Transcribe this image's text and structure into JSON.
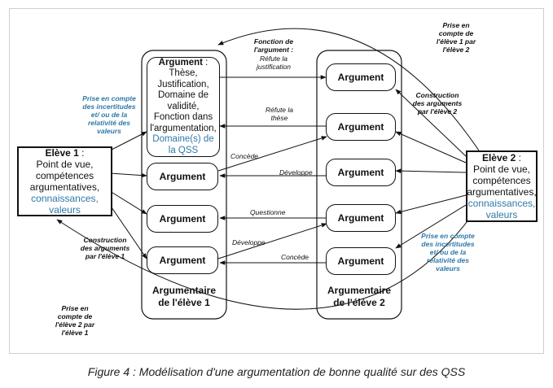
{
  "student1": {
    "title": "Elève 1",
    "suffix": " :",
    "line1": "Point de vue,",
    "line2": "compétences",
    "line3": "argumentatives,",
    "line4_blue": "connaissances,",
    "line5_blue": "valeurs"
  },
  "student2": {
    "title": "Elève 2",
    "suffix": " :",
    "line1": "Point de vue,",
    "line2": "compétences",
    "line3": "argumentatives,",
    "line4_blue": "connaissances,",
    "line5_blue": "valeurs"
  },
  "big_argument": {
    "title": "Argument",
    "suffix": " :",
    "lines": [
      "Thèse,",
      "Justification,",
      "Domaine de",
      "validité,",
      "Fonction dans",
      "l'argumentation,"
    ],
    "blue_lines": [
      "Domaine(s) de",
      "la QSS"
    ]
  },
  "argument_label": "Argument",
  "column1_title": [
    "Argumentaire",
    "de l'élève 1"
  ],
  "column2_title": [
    "Argumentaire",
    "de l'élève 2"
  ],
  "labels": {
    "fonction": [
      "Fonction de",
      "l'argument :"
    ],
    "refute_justif": [
      "Réfute la",
      "justification"
    ],
    "refute_these": [
      "Réfute la",
      "thèse"
    ],
    "concede1": "Concède",
    "developpe1": "Développe",
    "questionne": "Questionne",
    "developpe2": "Développe",
    "concede2": "Concède",
    "prise_top": [
      "Prise en",
      "compte de",
      "l'élève 1 par",
      "l'élève 2"
    ],
    "construction2": [
      "Construction",
      "des arguments",
      "par l'élève 2"
    ],
    "incert1": [
      "Prise en compte",
      "des incertitudes",
      "et/ ou de la",
      "relativité des",
      "valeurs"
    ],
    "construction1": [
      "Construction",
      "des arguments",
      "par l'élève 1"
    ],
    "incert2": [
      "Prise en compte",
      "des incertitudes",
      "et/ ou de la",
      "relativité des",
      "valeurs"
    ],
    "prise_bottom": [
      "Prise en",
      "compte de",
      "l'élève 2 par",
      "l'élève 1"
    ]
  },
  "caption": "Figure 4 : Modélisation d'une argumentation de bonne qualité sur des QSS",
  "colors": {
    "blue": "#2e79a8",
    "border": "#111111",
    "frame": "#cfcfcf"
  }
}
